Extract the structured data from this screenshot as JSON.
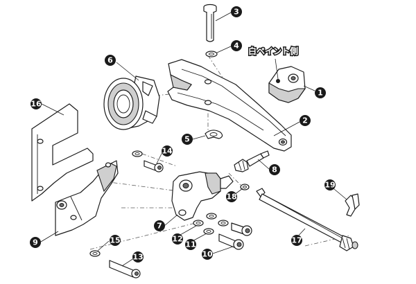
{
  "note": {
    "text": "白ペイント側"
  },
  "callouts": [
    {
      "id": "c1",
      "label": "1"
    },
    {
      "id": "c2",
      "label": "2"
    },
    {
      "id": "c3",
      "label": "3"
    },
    {
      "id": "c4",
      "label": "4"
    },
    {
      "id": "c5",
      "label": "5"
    },
    {
      "id": "c6",
      "label": "6"
    },
    {
      "id": "c7",
      "label": "7"
    },
    {
      "id": "c8",
      "label": "8"
    },
    {
      "id": "c9",
      "label": "9"
    },
    {
      "id": "c10",
      "label": "10"
    },
    {
      "id": "c11",
      "label": "11"
    },
    {
      "id": "c12",
      "label": "12"
    },
    {
      "id": "c13",
      "label": "13"
    },
    {
      "id": "c14",
      "label": "14"
    },
    {
      "id": "c15",
      "label": "15"
    },
    {
      "id": "c16",
      "label": "16"
    },
    {
      "id": "c17",
      "label": "17"
    },
    {
      "id": "c18",
      "label": "18"
    },
    {
      "id": "c19",
      "label": "19"
    }
  ]
}
